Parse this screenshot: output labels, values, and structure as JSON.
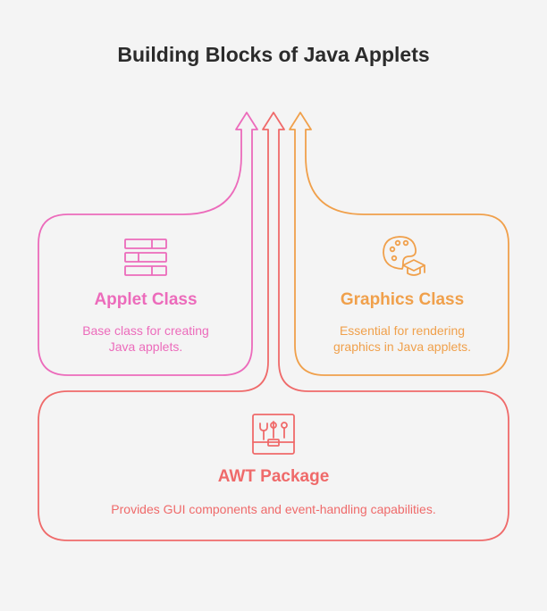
{
  "title": "Building Blocks of Java Applets",
  "colors": {
    "applet": "#ec6bbb",
    "graphics": "#f0a04b",
    "awt": "#ef6a6a",
    "title": "#2b2b2b",
    "background": "#f4f4f4"
  },
  "blocks": {
    "applet": {
      "title": "Applet Class",
      "description_line1": "Base class for creating",
      "description_line2": "Java applets.",
      "icon": "stacked-layers-icon"
    },
    "graphics": {
      "title": "Graphics Class",
      "description_line1": "Essential for rendering",
      "description_line2": "graphics in Java applets.",
      "icon": "palette-graduation-cap-icon"
    },
    "awt": {
      "title": "AWT Package",
      "description": "Provides GUI components and event-handling capabilities.",
      "icon": "toolbox-icon"
    }
  }
}
